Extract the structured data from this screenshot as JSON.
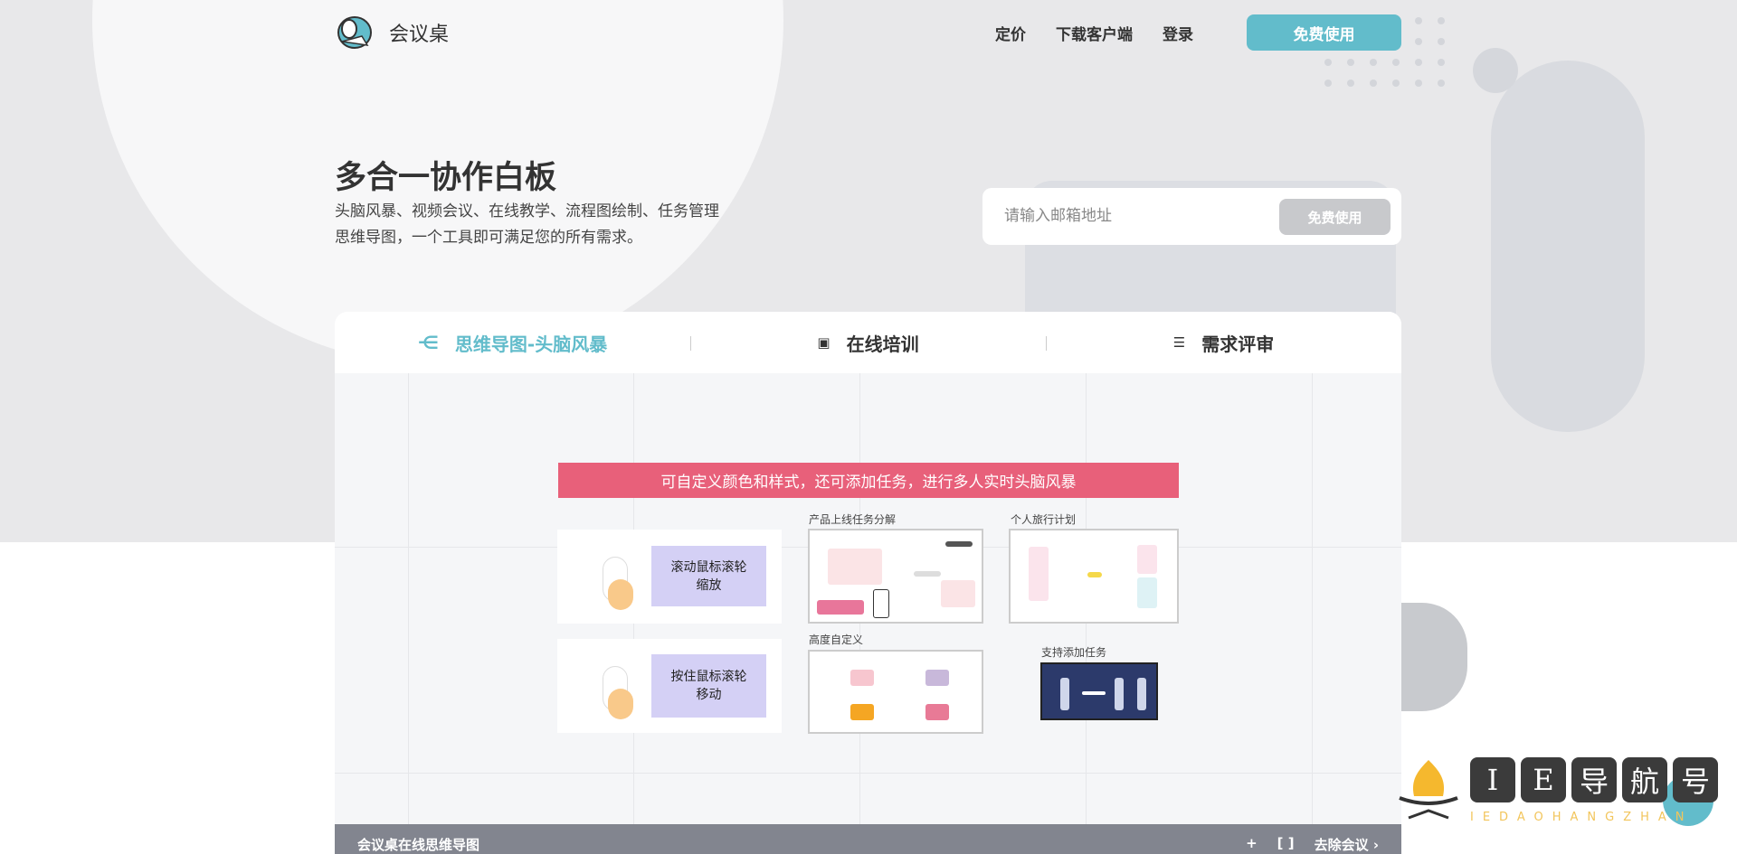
{
  "header": {
    "brand": "会议桌",
    "nav": [
      "定价",
      "下载客户端",
      "登录"
    ],
    "cta": "免费使用"
  },
  "hero": {
    "title": "多合一协作白板",
    "subtitle_lines": [
      "头脑风暴、视频会议、在线教学、流程图绘制、任务管理",
      "思维导图，一个工具即可满足您的所有需求。"
    ]
  },
  "signup": {
    "placeholder": "请输入邮箱地址",
    "button": "免费使用"
  },
  "tabs": [
    {
      "label": "思维导图-头脑风暴",
      "icon": "mindmap-icon",
      "active": true
    },
    {
      "label": "在线培训",
      "icon": "presentation-icon",
      "active": false
    },
    {
      "label": "需求评审",
      "icon": "checklist-icon",
      "active": false
    }
  ],
  "canvas": {
    "banner": "可自定义颜色和样式，还可添加任务，进行多人实时头脑风暴",
    "howto": [
      "滚动鼠标滚轮\n缩放",
      "按住鼠标滚轮\n移动"
    ],
    "thumbs": [
      "产品上线任务分解",
      "个人旅行计划",
      "高度自定义",
      "支持添加任务"
    ]
  },
  "bottombar": {
    "title": "会议桌在线思维导图",
    "plus": "+",
    "fullscreen": "[ ]",
    "link": "去除会议 ›"
  },
  "watermark": {
    "chars": [
      "I",
      "E",
      "导",
      "航",
      "号"
    ],
    "sub": "IEDAOHANGZHAN"
  },
  "colors": {
    "accent": "#62bccb",
    "banner": "#e8607a",
    "purple": "#d4d0f5",
    "bottombar": "#82858f"
  }
}
